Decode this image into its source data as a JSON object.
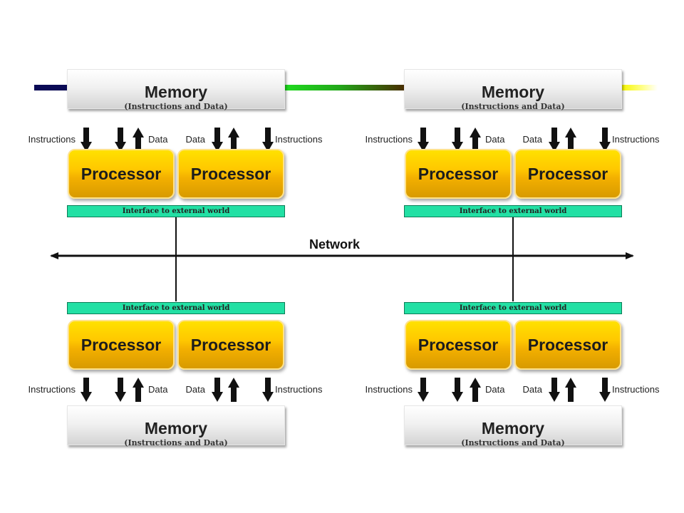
{
  "colors": {
    "processor": "#ffc800",
    "interface": "#22e0a4",
    "memory": "#e9e9e9",
    "stripe_navy": "#0a0a55",
    "stripe_green": "#1fdc1f",
    "stripe_brown": "#4a2a00",
    "stripe_yellow": "#f6f600"
  },
  "network": {
    "label": "Network"
  },
  "nodes": [
    {
      "memory": {
        "title": "Memory",
        "subtitle": "(Instructions and Data)"
      },
      "processors": [
        "Processor",
        "Processor"
      ],
      "interface": "Interface to external world",
      "labels": {
        "instructions_left": "Instructions",
        "data_left": "Data",
        "data_right": "Data",
        "instructions_right": "Instructions"
      }
    },
    {
      "memory": {
        "title": "Memory",
        "subtitle": "(Instructions and Data)"
      },
      "processors": [
        "Processor",
        "Processor"
      ],
      "interface": "Interface to external world",
      "labels": {
        "instructions_left": "Instructions",
        "data_left": "Data",
        "data_right": "Data",
        "instructions_right": "Instructions"
      }
    },
    {
      "memory": {
        "title": "Memory",
        "subtitle": "(Instructions and Data)"
      },
      "processors": [
        "Processor",
        "Processor"
      ],
      "interface": "Interface to external world",
      "labels": {
        "instructions_left": "Instructions",
        "data_left": "Data",
        "data_right": "Data",
        "instructions_right": "Instructions"
      }
    },
    {
      "memory": {
        "title": "Memory",
        "subtitle": "(Instructions and Data)"
      },
      "processors": [
        "Processor",
        "Processor"
      ],
      "interface": "Interface to external world",
      "labels": {
        "instructions_left": "Instructions",
        "data_left": "Data",
        "data_right": "Data",
        "instructions_right": "Instructions"
      }
    }
  ]
}
